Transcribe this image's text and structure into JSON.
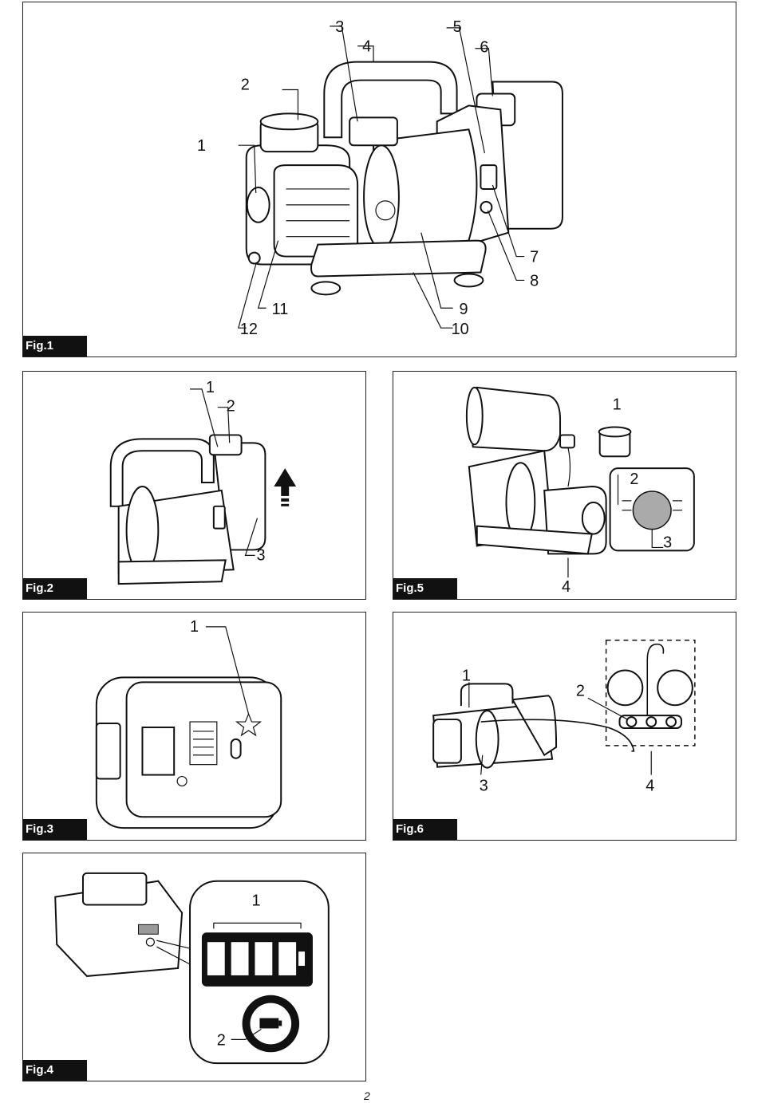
{
  "page_number": "2",
  "figures": {
    "fig1": {
      "label": "Fig.1",
      "callouts": [
        "1",
        "2",
        "3",
        "4",
        "5",
        "6",
        "7",
        "8",
        "9",
        "10",
        "11",
        "12"
      ]
    },
    "fig2": {
      "label": "Fig.2",
      "callouts": [
        "1",
        "2",
        "3"
      ]
    },
    "fig3": {
      "label": "Fig.3",
      "callouts": [
        "1"
      ]
    },
    "fig4": {
      "label": "Fig.4",
      "callouts": [
        "1",
        "2"
      ]
    },
    "fig5": {
      "label": "Fig.5",
      "callouts": [
        "1",
        "2",
        "3",
        "4"
      ]
    },
    "fig6": {
      "label": "Fig.6",
      "callouts": [
        "1",
        "2",
        "3",
        "4"
      ]
    }
  }
}
